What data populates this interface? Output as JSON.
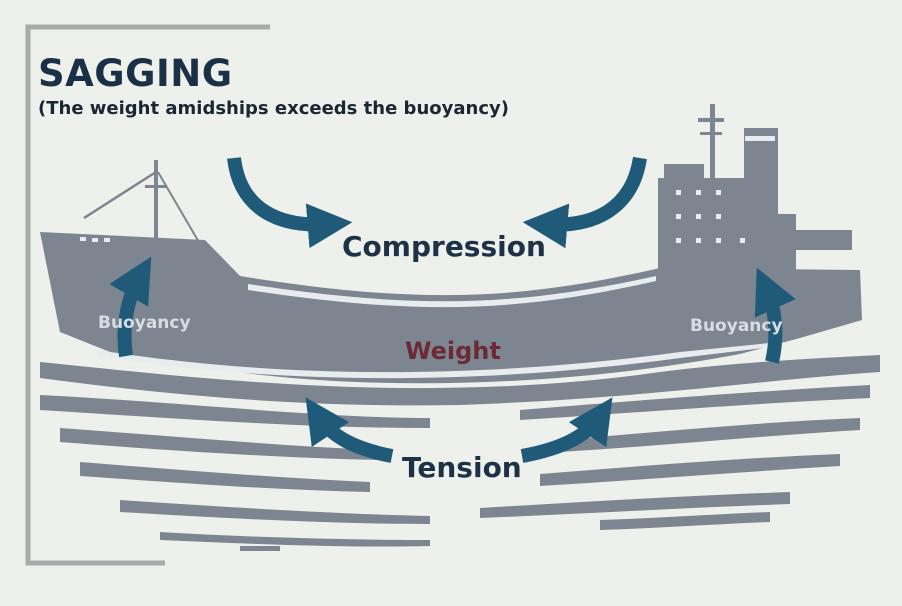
{
  "title": "SAGGING",
  "subtitle": "(The weight amidships exceeds the buoyancy)",
  "labels": {
    "compression": "Compression",
    "tension": "Tension",
    "weight": "Weight",
    "buoyancy_left": "Buoyancy",
    "buoyancy_right": "Buoyancy"
  },
  "colors": {
    "background": "#eef0ec",
    "ship": "#7c8590",
    "arrow": "#1f5a79",
    "frame": "#a9aaa9",
    "title": "#1a3046",
    "weight_text": "#6b2a34"
  },
  "icons": [
    "compression-arrow-left-icon",
    "compression-arrow-right-icon",
    "tension-arrow-left-icon",
    "tension-arrow-right-icon",
    "buoyancy-arrow-left-icon",
    "buoyancy-arrow-right-icon"
  ]
}
